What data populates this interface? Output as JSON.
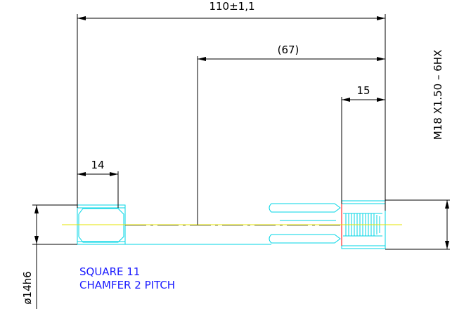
{
  "drawing": {
    "dimensions": {
      "overall_length": "110±1,1",
      "reference_length": "(67)",
      "thread_length": "15",
      "square_length": "14",
      "thread_spec": "M18   X1.50  –  6HX",
      "shaft_diameter": "ø14h6"
    },
    "notes": {
      "line1": "SQUARE 11",
      "line2": "CHAMFER 2 PITCH"
    }
  },
  "colors": {
    "dimension": "#000000",
    "part_outline": "#00d6e6",
    "center_line": "#e6e600",
    "note_text": "#1a1aff",
    "thread_accent": "#ff0000"
  }
}
